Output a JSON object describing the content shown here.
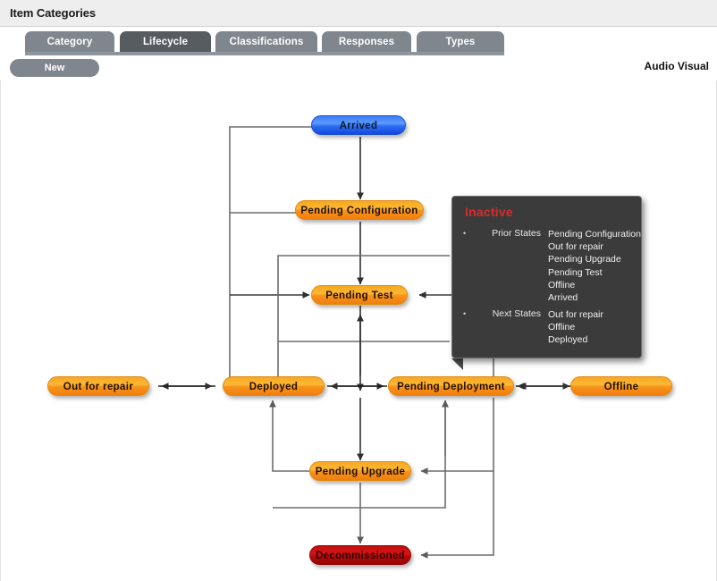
{
  "window": {
    "title": "Item Categories"
  },
  "tabs": [
    {
      "label": "Category",
      "active": false
    },
    {
      "label": "Lifecycle",
      "active": true
    },
    {
      "label": "Classifications",
      "active": false
    },
    {
      "label": "Responses",
      "active": false
    },
    {
      "label": "Types",
      "active": false
    }
  ],
  "toolbar": {
    "new_label": "New",
    "context_label": "Audio Visual"
  },
  "diagram": {
    "nodes": [
      {
        "id": "arrived",
        "label": "Arrived",
        "color": "blue"
      },
      {
        "id": "pending-config",
        "label": "Pending Configuration",
        "color": "orange"
      },
      {
        "id": "pending-test",
        "label": "Pending Test",
        "color": "orange"
      },
      {
        "id": "out-for-repair",
        "label": "Out for repair",
        "color": "orange"
      },
      {
        "id": "deployed",
        "label": "Deployed",
        "color": "orange"
      },
      {
        "id": "pending-deployment",
        "label": "Pending Deployment",
        "color": "orange"
      },
      {
        "id": "offline",
        "label": "Offline",
        "color": "orange"
      },
      {
        "id": "pending-upgrade",
        "label": "Pending Upgrade",
        "color": "orange"
      },
      {
        "id": "decommissioned",
        "label": "Decommissioned",
        "color": "red"
      }
    ]
  },
  "tooltip": {
    "title": "Inactive",
    "prior_states_label": "Prior States",
    "prior_states": [
      "Pending Configuration",
      "Out for repair",
      "Pending Upgrade",
      "Pending Test",
      "Offline",
      "Arrived"
    ],
    "next_states_label": "Next States",
    "next_states": [
      "Out for repair",
      "Offline",
      "Deployed"
    ],
    "bullet": "•"
  },
  "colors": {
    "header_bg": "#eeeeee",
    "tab_bg": "#7f868e",
    "tab_active_bg": "#575c61",
    "node_orange": "#f7a823",
    "node_blue": "#2f6ef0",
    "node_red": "#c00f0f",
    "tooltip_bg": "#3b3b3b",
    "tooltip_title": "#d92b2b",
    "wire_dark": "#3a3a3a",
    "wire_grey": "#808080"
  }
}
